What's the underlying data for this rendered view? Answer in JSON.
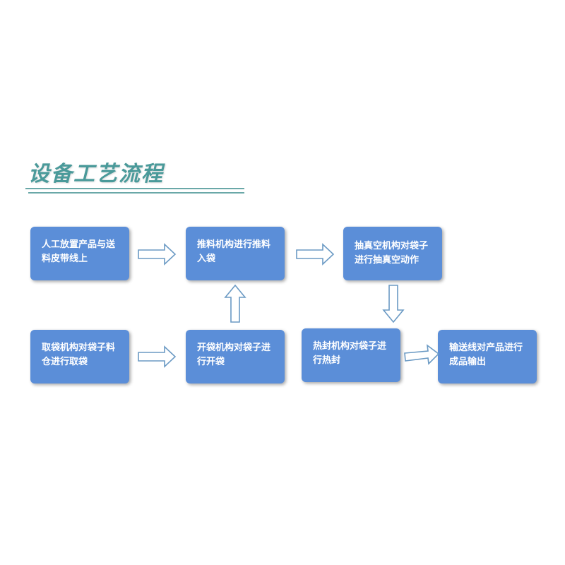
{
  "title": "设备工艺流程",
  "colors": {
    "title": "#4a9a9a",
    "box_fill": "#5b8ed8",
    "box_text": "#ffffff",
    "arrow_stroke": "#6b9ac4",
    "arrow_fill": "#ffffff"
  },
  "steps": {
    "manual_place": "人工放置产品与送料皮带线上",
    "push_bag": "推料机构进行推料入袋",
    "vacuum": "抽真空机构对袋子进行抽真空动作",
    "take_bag": "取袋机构对袋子料仓进行取袋",
    "open_bag": "开袋机构对袋子进行开袋",
    "heat_seal": "热封机构对袋子进行热封",
    "output": "输送线对产品进行成品输出"
  },
  "connectors": [
    {
      "from": "manual_place",
      "to": "push_bag",
      "direction": "right"
    },
    {
      "from": "push_bag",
      "to": "vacuum",
      "direction": "right"
    },
    {
      "from": "vacuum",
      "to": "heat_seal",
      "direction": "down"
    },
    {
      "from": "take_bag",
      "to": "open_bag",
      "direction": "right"
    },
    {
      "from": "open_bag",
      "to": "push_bag",
      "direction": "up"
    },
    {
      "from": "heat_seal",
      "to": "output",
      "direction": "right"
    }
  ]
}
